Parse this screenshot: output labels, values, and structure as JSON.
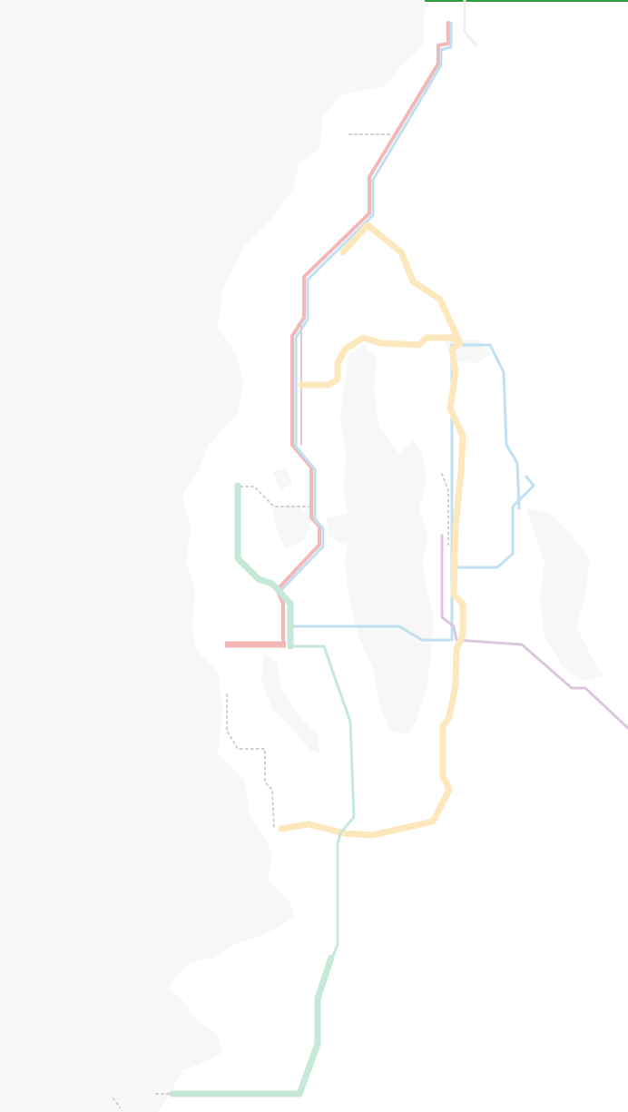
{
  "map": {
    "background_color": "#ffffff",
    "land_color": "#f7f7f7",
    "accent_bar_color": "#2e9e3a",
    "lines": [
      {
        "id": "red-line",
        "color": "#f2b8b8",
        "style": "solid"
      },
      {
        "id": "blue-line",
        "color": "#bfe0f2",
        "style": "solid"
      },
      {
        "id": "purple-line",
        "color": "#dcc6de",
        "style": "solid"
      },
      {
        "id": "yellow-line",
        "color": "#fde7bd",
        "style": "solid"
      },
      {
        "id": "green-line",
        "color": "#c6e8d7",
        "style": "solid"
      },
      {
        "id": "planned-connector",
        "color": "#cfcfcf",
        "style": "dotted"
      }
    ]
  }
}
